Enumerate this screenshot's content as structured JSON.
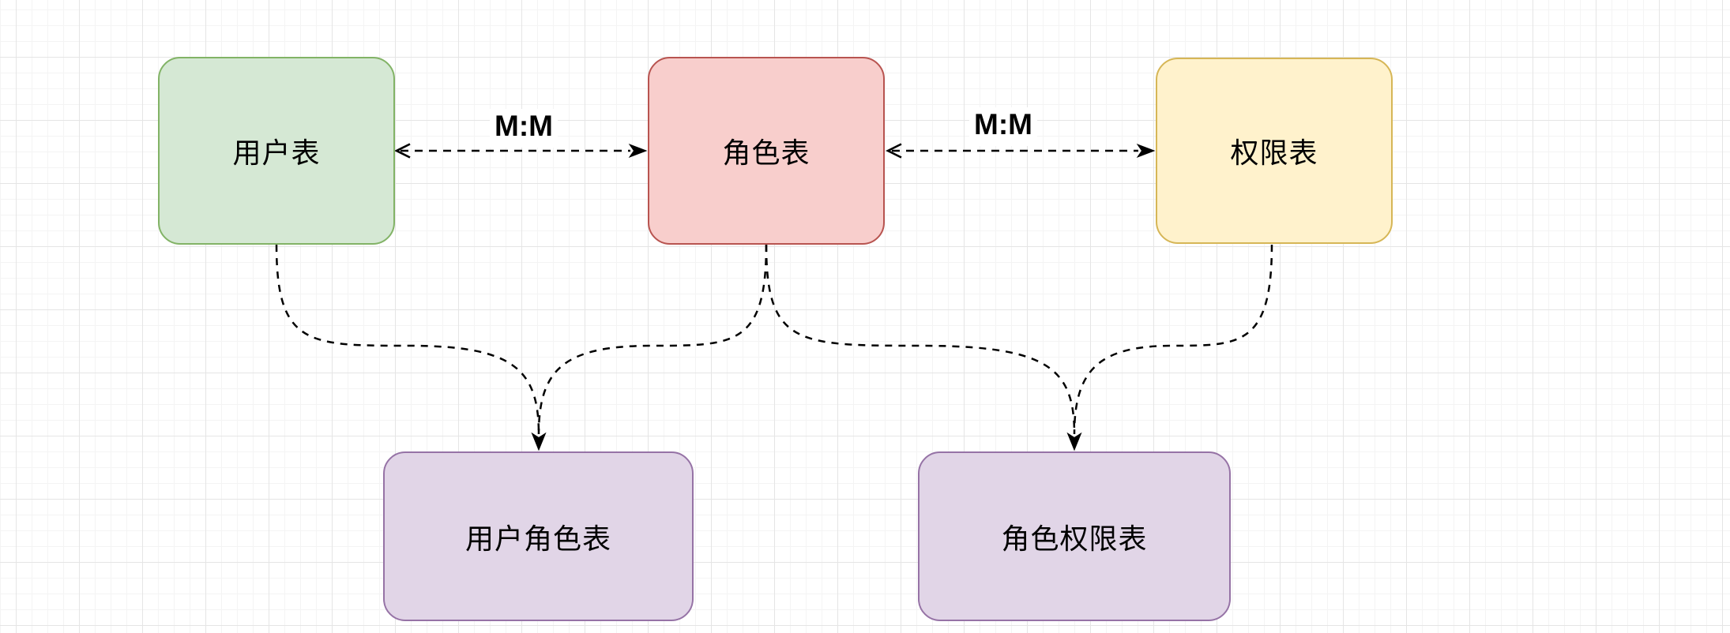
{
  "diagram": {
    "type": "entity-relationship",
    "nodes": [
      {
        "id": "user-table",
        "label": "用户表",
        "fill": "#d5e8d4",
        "border": "#82b366"
      },
      {
        "id": "role-table",
        "label": "角色表",
        "fill": "#f8cecc",
        "border": "#b85450"
      },
      {
        "id": "permission-table",
        "label": "权限表",
        "fill": "#fff2cc",
        "border": "#d6b656"
      },
      {
        "id": "user-role-table",
        "label": "用户角色表",
        "fill": "#e1d5e7",
        "border": "#9673a6"
      },
      {
        "id": "role-permission-table",
        "label": "角色权限表",
        "fill": "#e1d5e7",
        "border": "#9673a6"
      }
    ],
    "edges": [
      {
        "from": "user-table",
        "to": "role-table",
        "label": "M:M",
        "line": "dashed",
        "arrows": "double"
      },
      {
        "from": "role-table",
        "to": "permission-table",
        "label": "M:M",
        "line": "dashed",
        "arrows": "double"
      },
      {
        "from": "user-table",
        "to": "user-role-table",
        "label": "",
        "line": "dashed",
        "arrows": "end"
      },
      {
        "from": "role-table",
        "to": "user-role-table",
        "label": "",
        "line": "dashed",
        "arrows": "end"
      },
      {
        "from": "role-table",
        "to": "role-permission-table",
        "label": "",
        "line": "dashed",
        "arrows": "end"
      },
      {
        "from": "permission-table",
        "to": "role-permission-table",
        "label": "",
        "line": "dashed",
        "arrows": "end"
      }
    ],
    "colors": {
      "edge_stroke": "#000000",
      "label_text": "#000000",
      "label_background": "#ffffff",
      "grid_major": "#e5e5e5",
      "grid_minor": "#f4f4f4",
      "canvas_background": "#ffffff"
    }
  }
}
